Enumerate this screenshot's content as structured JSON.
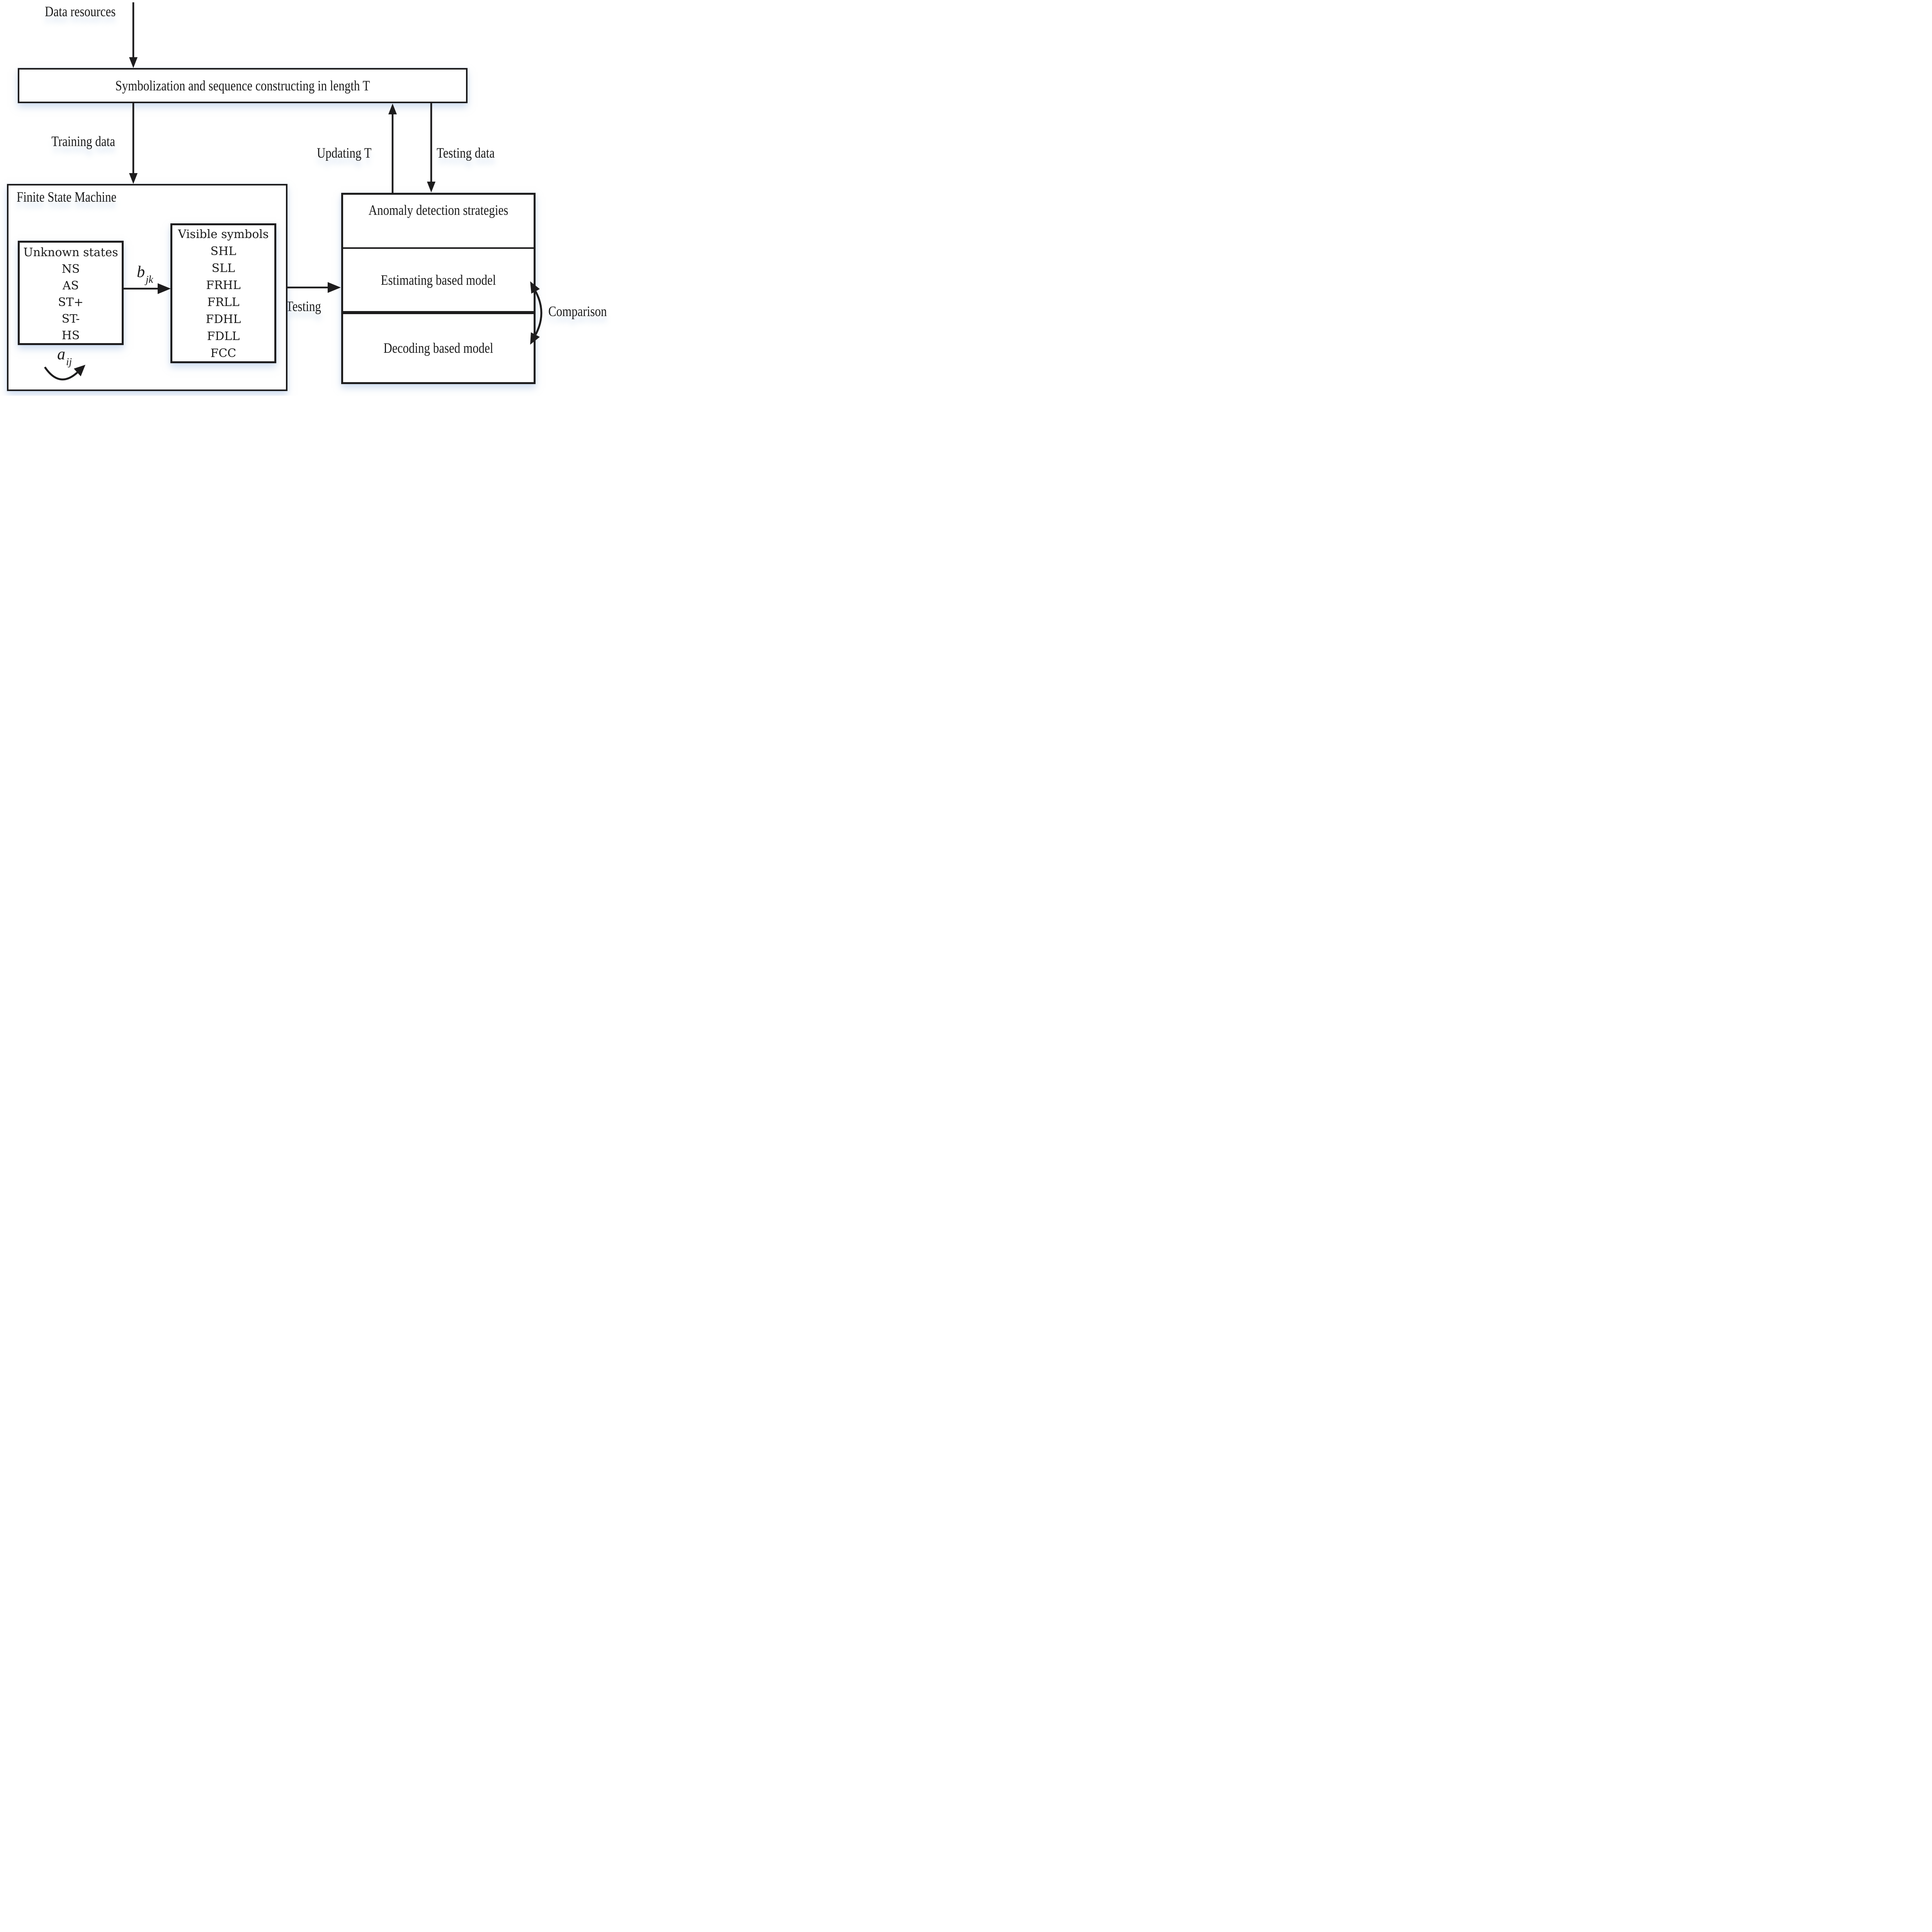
{
  "diagram": {
    "labels": {
      "data_resources": "Data resources",
      "training_data": "Training data",
      "updating_t": "Updating T",
      "testing_data": "Testing data",
      "testing": "Testing",
      "comparison": "Comparison",
      "b_base": "b",
      "b_sub": "jk",
      "a_base": "a",
      "a_sub": "ij"
    },
    "boxes": {
      "symbolization": {
        "title": "Symbolization and sequence constructing in length T"
      },
      "fsm": {
        "title": "Finite State Machine"
      },
      "unknown_states": {
        "title": "Unknown states",
        "items": [
          "NS",
          "AS",
          "ST+",
          "ST-",
          "HS"
        ]
      },
      "visible_symbols": {
        "title": "Visible symbols",
        "items": [
          "SHL",
          "SLL",
          "FRHL",
          "FRLL",
          "FDHL",
          "FDLL",
          "FCC"
        ]
      },
      "anomaly": {
        "title": "Anomaly detection strategies",
        "models": [
          "Estimating based model",
          "Decoding based model"
        ]
      }
    },
    "colors": {
      "ink": "#1d1c1d",
      "glow": "#a4bee2",
      "background": "#ffffff"
    }
  }
}
